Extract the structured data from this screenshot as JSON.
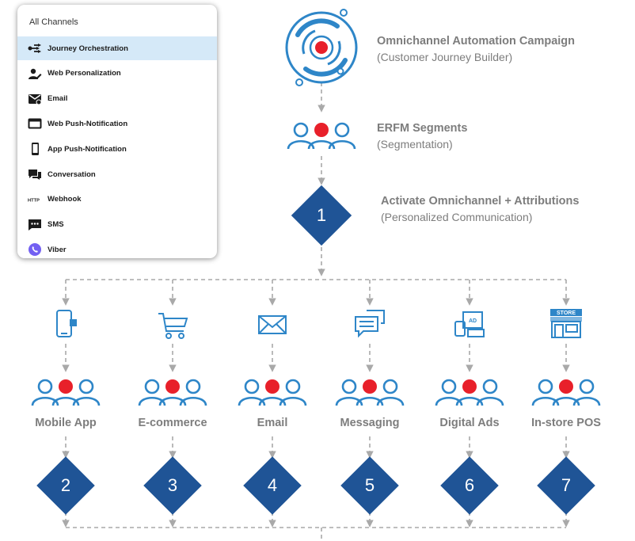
{
  "panel": {
    "title": "All Channels",
    "items": [
      {
        "label": "Journey Orchestration",
        "icon": "journey-icon",
        "selected": true
      },
      {
        "label": "Web Personalization",
        "icon": "person-edit-icon",
        "selected": false
      },
      {
        "label": "Email",
        "icon": "email-icon",
        "selected": false
      },
      {
        "label": "Web Push-Notification",
        "icon": "browser-window-icon",
        "selected": false
      },
      {
        "label": "App Push-Notification",
        "icon": "phone-icon",
        "selected": false
      },
      {
        "label": "Conversation",
        "icon": "chat-icon",
        "selected": false
      },
      {
        "label": "Webhook",
        "icon": "http-icon",
        "selected": false
      },
      {
        "label": "SMS",
        "icon": "sms-icon",
        "selected": false
      },
      {
        "label": "Viber",
        "icon": "viber-icon",
        "selected": false
      }
    ]
  },
  "flow": {
    "campaign": {
      "title": "Omnichannel Automation Campaign",
      "subtitle": "(Customer Journey Builder)"
    },
    "segments": {
      "title": "ERFM Segments",
      "subtitle": "(Segmentation)"
    },
    "activate": {
      "number": "1",
      "title": "Activate Omnichannel + Attributions",
      "subtitle": "(Personalized Communication)"
    }
  },
  "channels": [
    {
      "label": "Mobile App",
      "number": "2",
      "icon": "mobile-app-icon"
    },
    {
      "label": "E-commerce",
      "number": "3",
      "icon": "cart-icon"
    },
    {
      "label": "Email",
      "number": "4",
      "icon": "envelope-icon"
    },
    {
      "label": "Messaging",
      "number": "5",
      "icon": "message-bubbles-icon"
    },
    {
      "label": "Digital Ads",
      "number": "6",
      "icon": "devices-ad-icon"
    },
    {
      "label": "In-store POS",
      "number": "7",
      "icon": "store-icon"
    }
  ],
  "colors": {
    "diamond": "#1f5496",
    "people": "#2e86c8",
    "highlight": "#e8202a",
    "connector": "#a9a9a9",
    "text": "#7d7d7d",
    "icon": "#2e86c8"
  }
}
